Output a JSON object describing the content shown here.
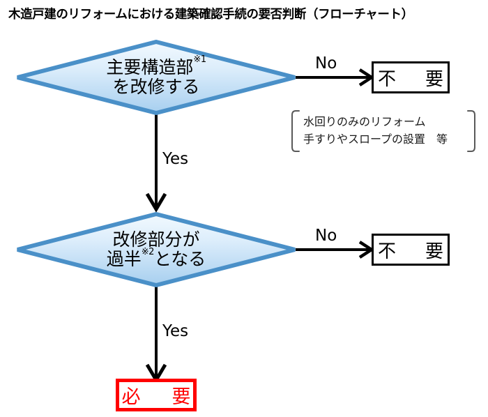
{
  "title": "木造戸建のリフォームにおける建築確認手続の要否判断（フローチャート）",
  "colors": {
    "diamond_fill_top": "#eaf4fc",
    "diamond_fill_bottom": "#a8d0ef",
    "diamond_stroke": "#4a90c8",
    "arrow": "#000000",
    "required_red": "#ff0000",
    "box_black": "#000000",
    "bracket_gray": "#595959"
  },
  "nodes": {
    "decision1": {
      "line1": "主要構造部",
      "note1": "※1",
      "line2": "を改修する"
    },
    "decision2": {
      "line1": "改修部分が",
      "line2a": "過半",
      "note2": "※2",
      "line2b": "となる"
    },
    "not_required_1": "不　要",
    "not_required_2": "不　要",
    "required": "必　要"
  },
  "edges": {
    "no_1": "No",
    "yes_1": "Yes",
    "no_2": "No",
    "yes_2": "Yes"
  },
  "annotation": {
    "line1": "水回りのみのリフォーム",
    "line2": "手すりやスロープの設置　等"
  }
}
